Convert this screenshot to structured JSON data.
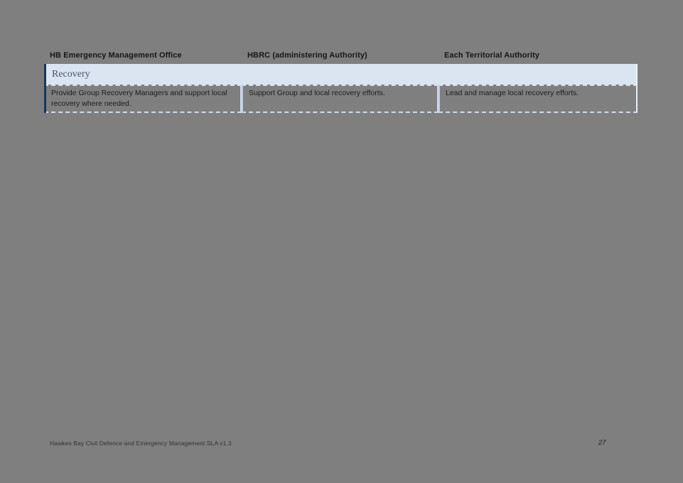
{
  "page": {
    "background_color": "#7f7f7f"
  },
  "table": {
    "headers": [
      "HB Emergency Management Office",
      "HBRC (administering Authority)",
      "Each Territorial Authority"
    ],
    "section": {
      "label": "Recovery"
    },
    "rows": [
      [
        "Provide Group Recovery Managers and support local recovery where needed.",
        "Support Group and local recovery efforts.",
        "Lead and manage local  recovery efforts."
      ]
    ],
    "colors": {
      "section_background": "#dbe5f1",
      "section_text": "#44546a",
      "accent_bar": "#17365d",
      "cell_border": "#b8cce4"
    }
  },
  "footer": {
    "document_title": "Hawkes Bay Civil Defence and Emergency Management SLA v1.3",
    "page_number": "27"
  }
}
